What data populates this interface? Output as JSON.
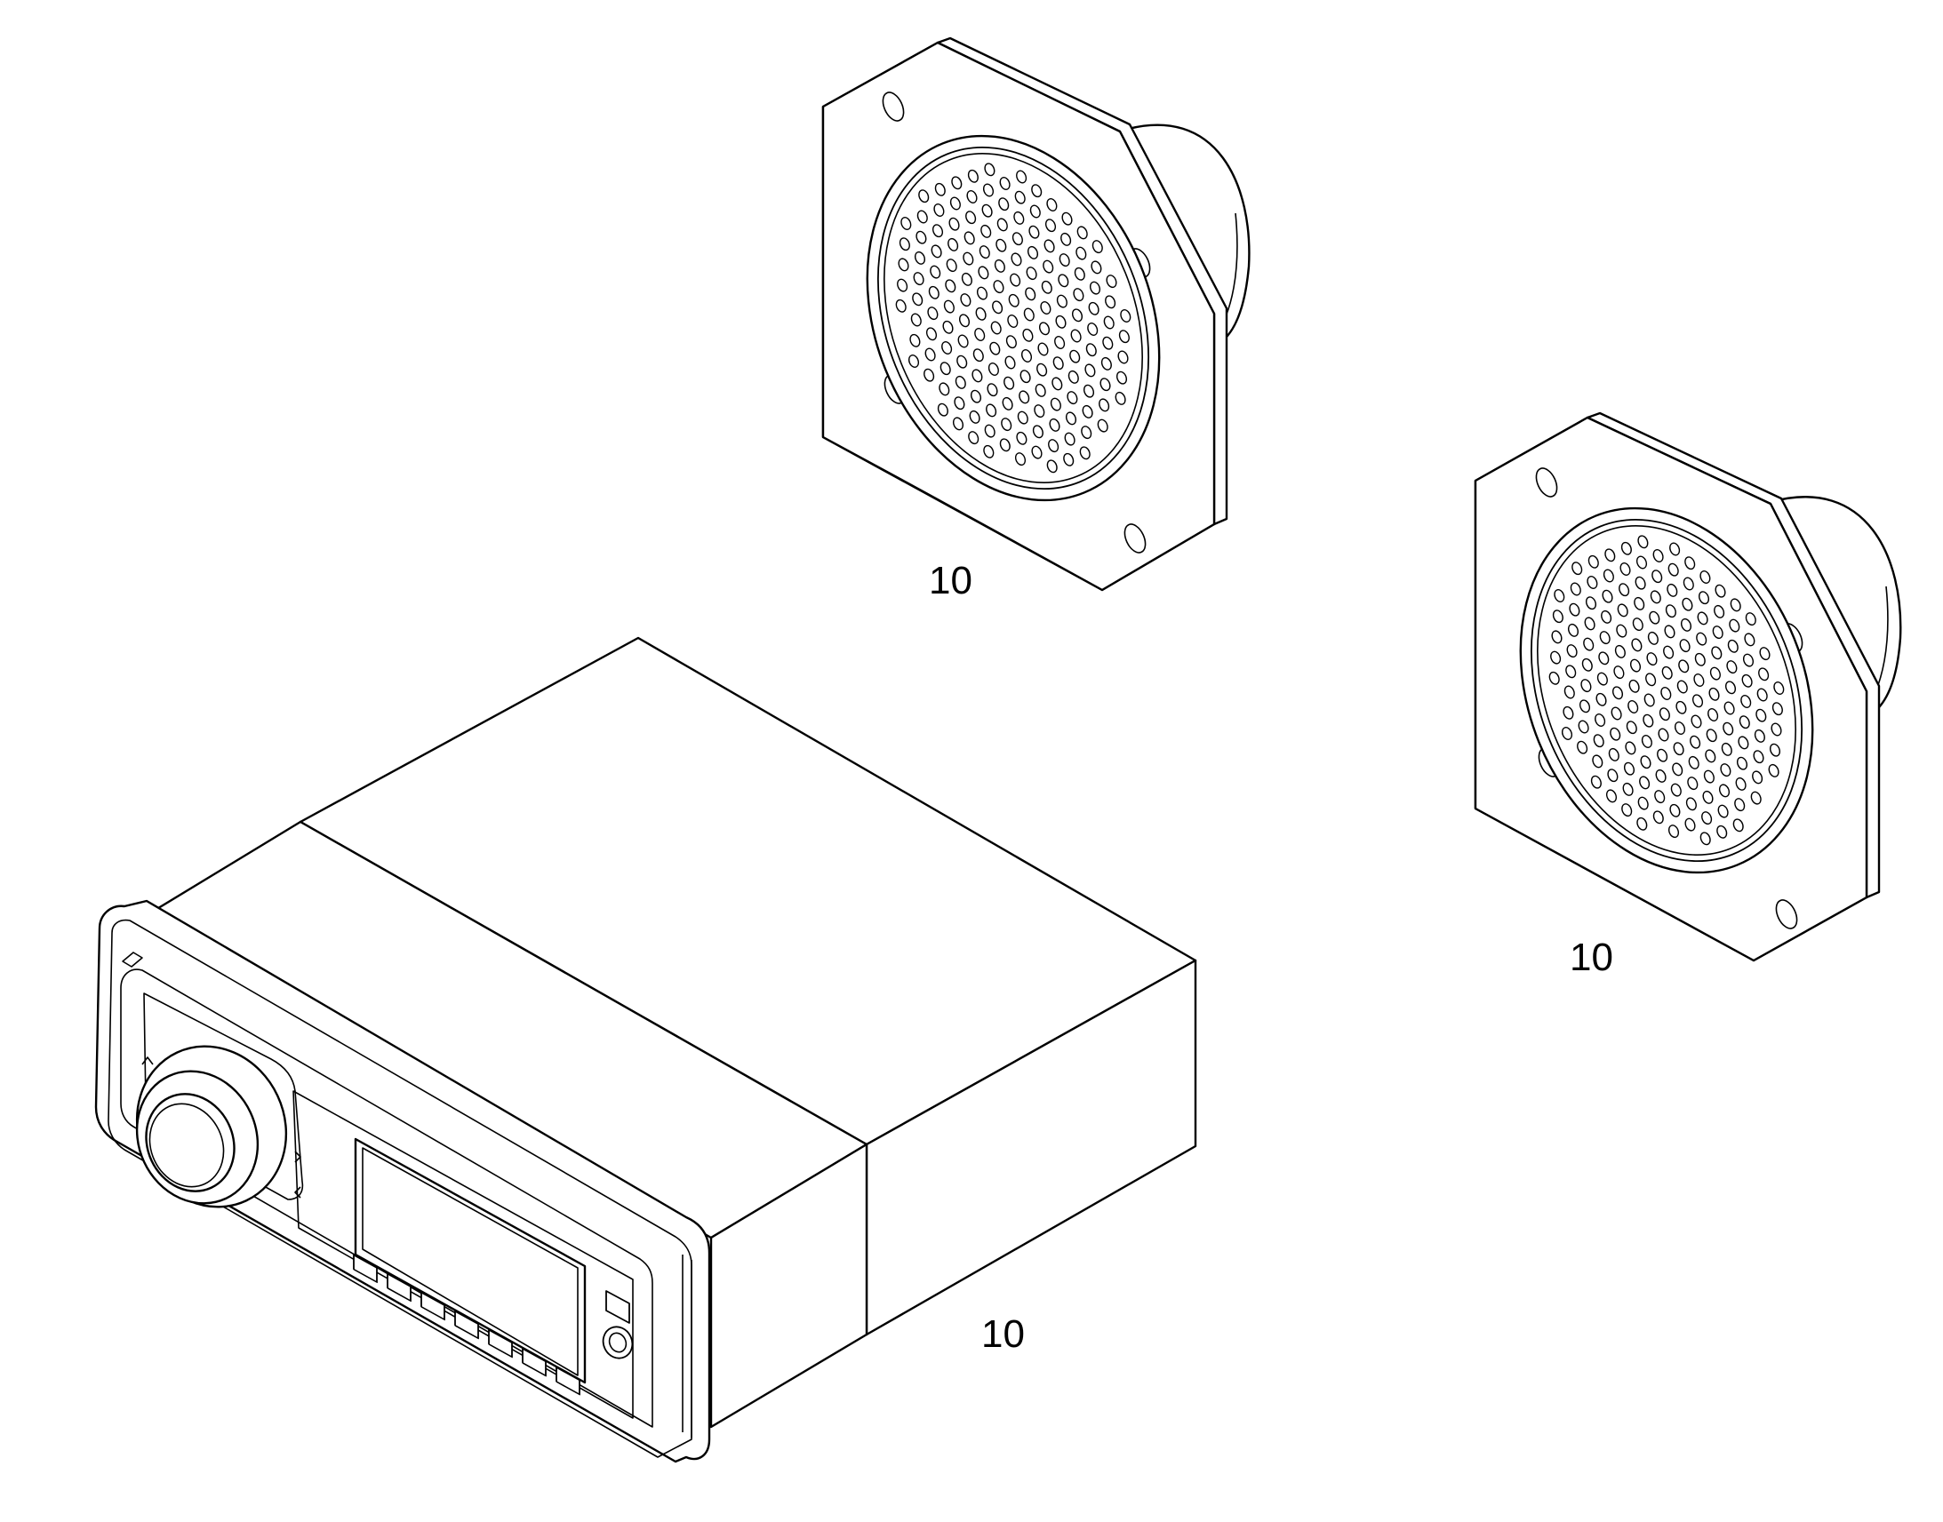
{
  "diagram": {
    "callouts": [
      {
        "id": "speaker-upper",
        "text": "10"
      },
      {
        "id": "speaker-lower",
        "text": "10"
      },
      {
        "id": "head-unit",
        "text": "10"
      }
    ]
  }
}
